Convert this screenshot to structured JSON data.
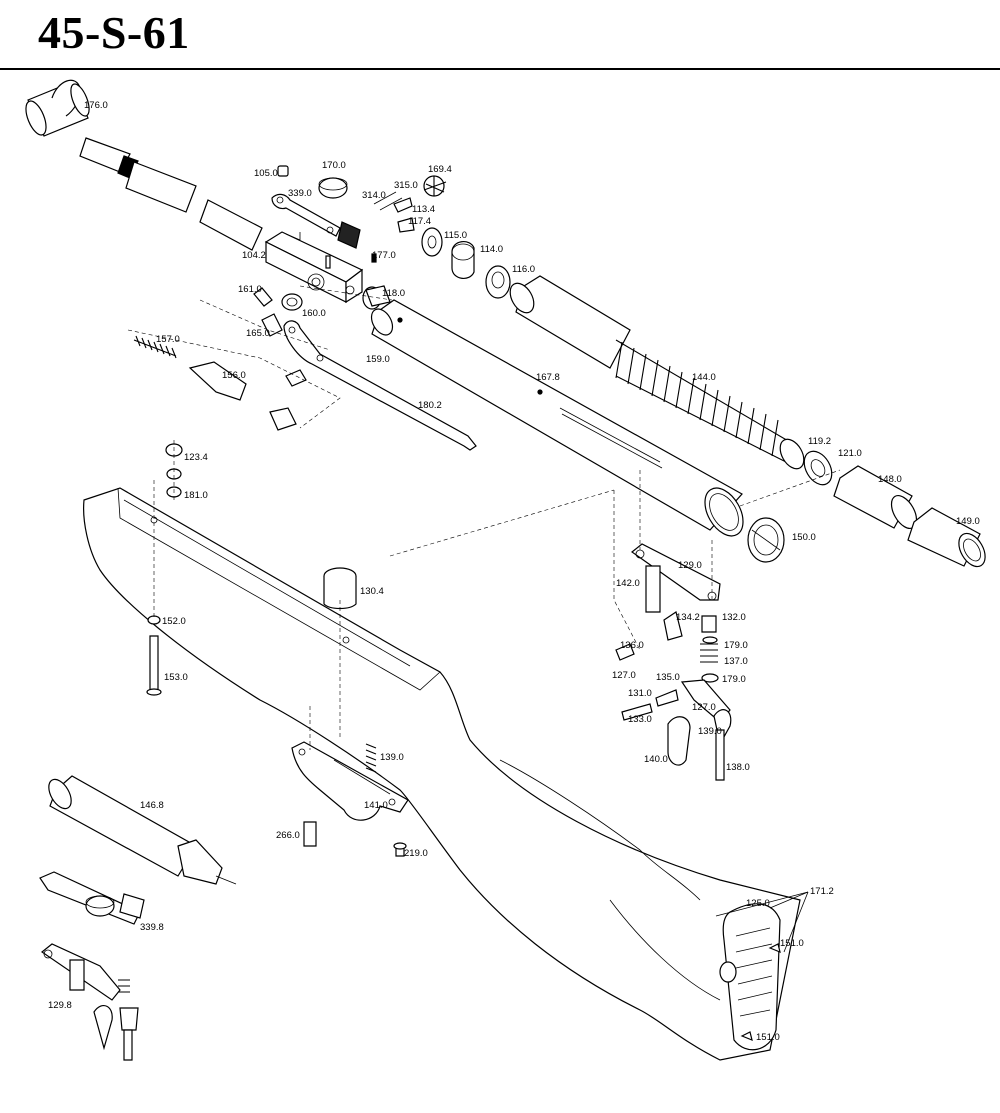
{
  "header": {
    "title": "45-S-61"
  },
  "parts": [
    "176.0",
    "105.0",
    "339.0",
    "170.0",
    "314.0",
    "315.0",
    "169.4",
    "113.4",
    "117.4",
    "104.2",
    "177.0",
    "115.0",
    "114.0",
    "116.0",
    "161.0",
    "165.0",
    "160.0",
    "118.0",
    "157.0",
    "159.0",
    "156.0",
    "167.8",
    "180.2",
    "144.0",
    "119.2",
    "121.0",
    "148.0",
    "149.0",
    "150.0",
    "123.4",
    "181.0",
    "152.0",
    "153.0",
    "130.4",
    "129.0",
    "142.0",
    "134.2",
    "132.0",
    "136.0",
    "179.0",
    "137.0",
    "127.0",
    "179.0",
    "135.0",
    "131.0",
    "133.0",
    "127.0",
    "139.0",
    "140.0",
    "138.0",
    "139.0",
    "141.0",
    "146.8",
    "266.0",
    "219.0",
    "171.2",
    "125.0",
    "151.0",
    "151.0",
    "339.8",
    "129.8"
  ]
}
